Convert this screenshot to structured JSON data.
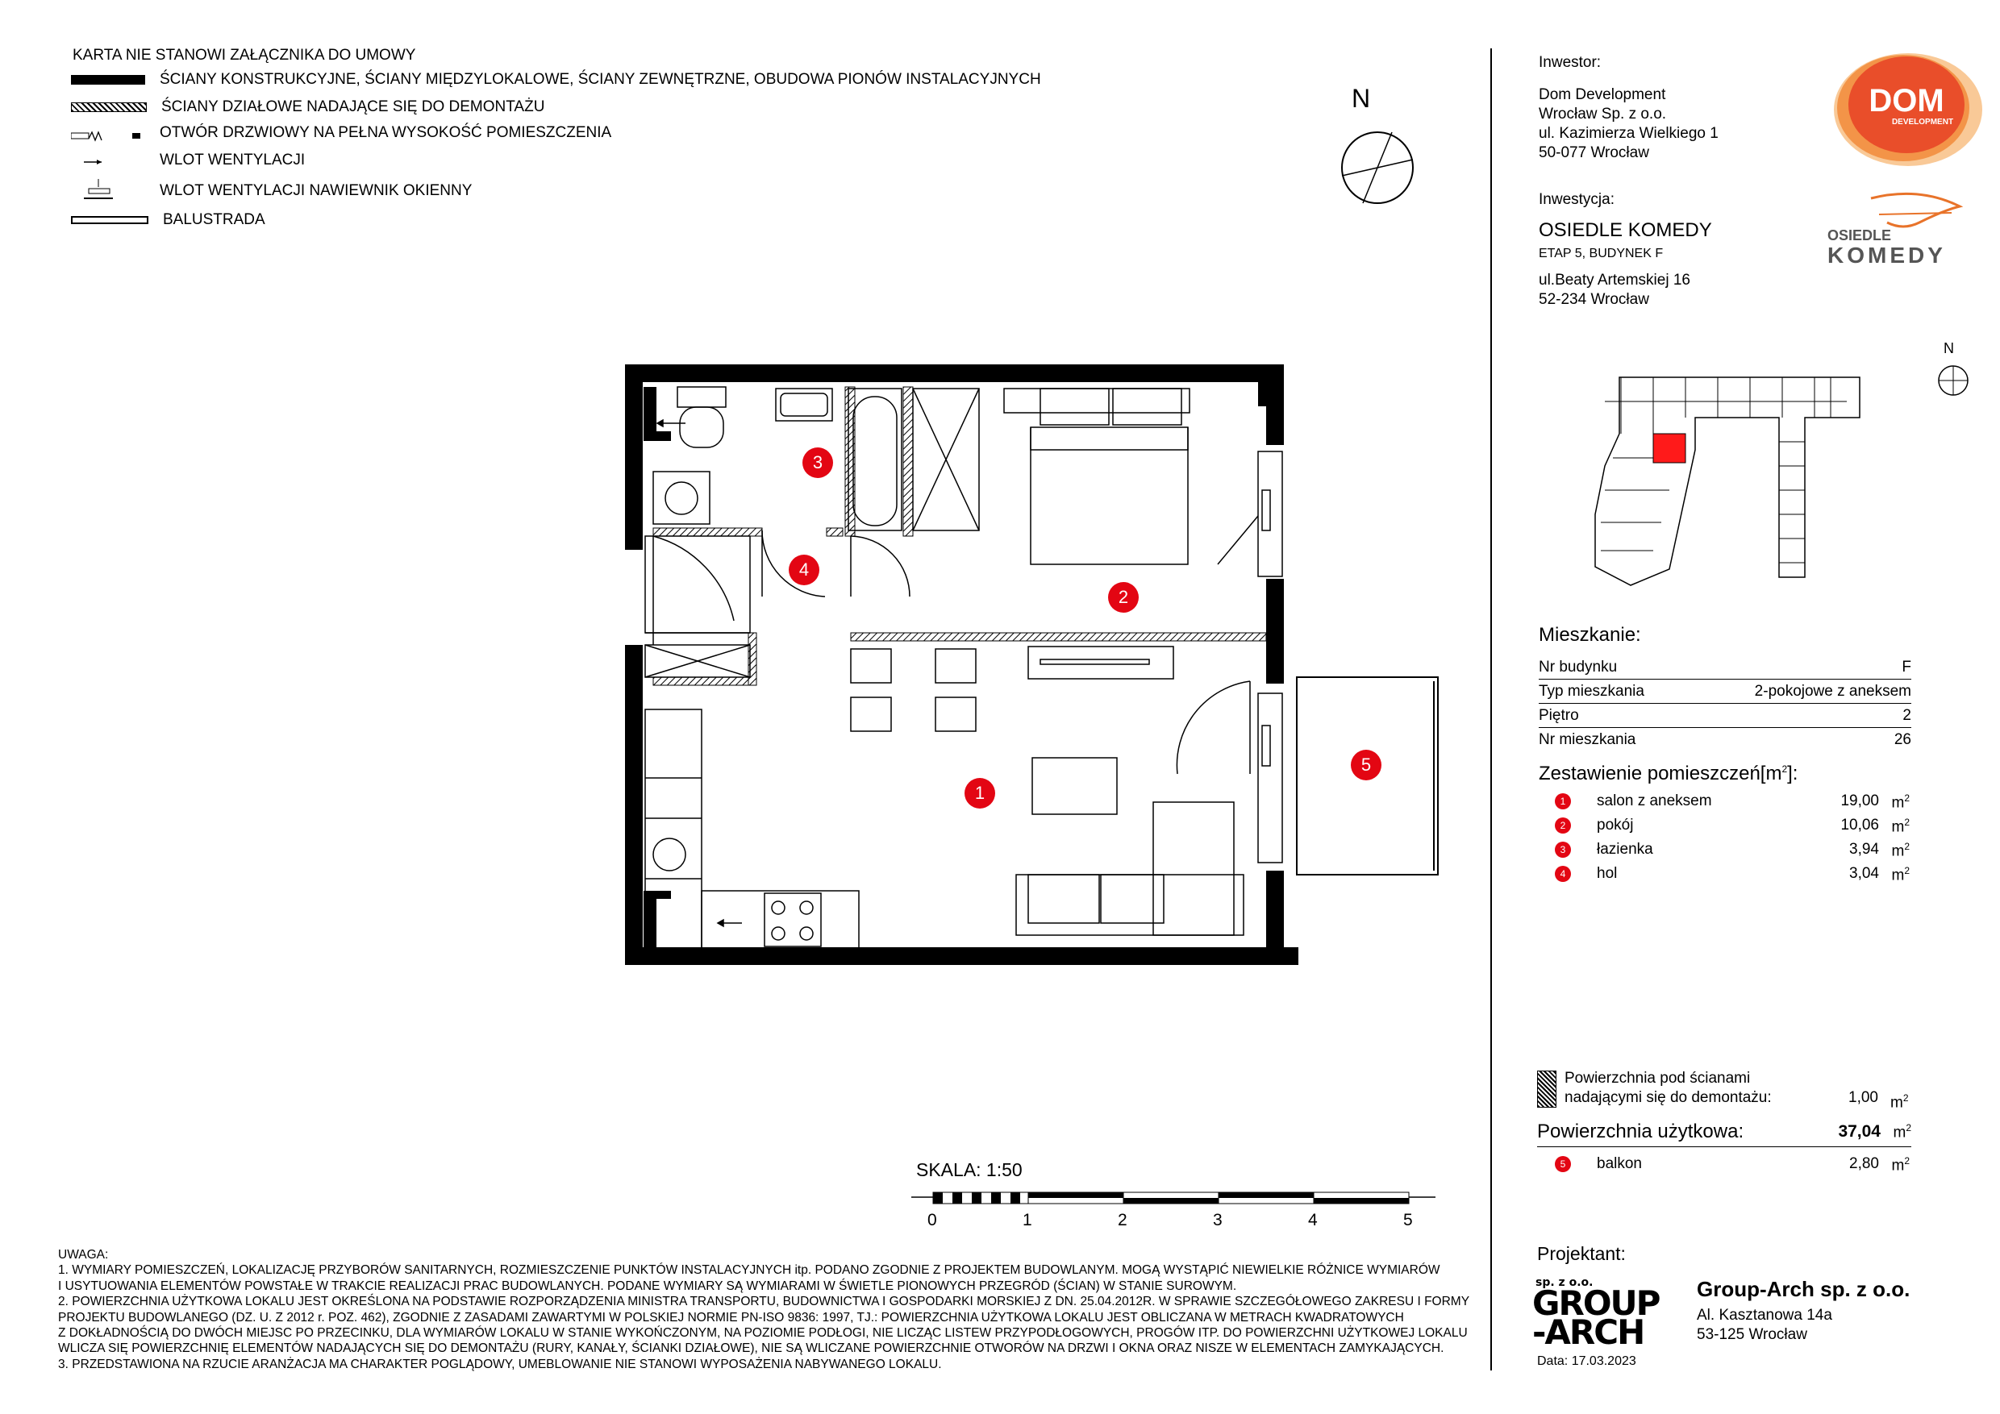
{
  "legend": {
    "title": "KARTA NIE STANOWI ZAŁĄCZNIKA DO UMOWY",
    "items": [
      {
        "icon": "wall-solid-icon",
        "label": "ŚCIANY KONSTRUKCYJNE, ŚCIANY MIĘDZYLOKALOWE, ŚCIANY ZEWNĘTRZNE, OBUDOWA PIONÓW INSTALACYJNYCH"
      },
      {
        "icon": "wall-hatched-icon",
        "label": "ŚCIANY DZIAŁOWE NADAJĄCE SIĘ DO DEMONTAŻU"
      },
      {
        "icon": "door-opening-icon",
        "label": "OTWÓR DRZWIOWY NA PEŁNA WYSOKOŚĆ POMIESZCZENIA"
      },
      {
        "icon": "vent-inlet-icon",
        "label": "WLOT WENTYLACJI"
      },
      {
        "icon": "window-vent-icon",
        "label": "WLOT WENTYLACJI NAWIEWNIK OKIENNY"
      },
      {
        "icon": "balustrade-icon",
        "label": "BALUSTRADA"
      }
    ]
  },
  "compass_label": "N",
  "investor": {
    "heading": "Inwestor:",
    "lines": [
      "Dom Development",
      "Wrocław Sp. z o.o.",
      "ul. Kazimierza Wielkiego 1",
      "50-077 Wrocław"
    ],
    "logo_text": "DOM",
    "logo_sub": "DEVELOPMENT"
  },
  "investment": {
    "heading": "Inwestycja:",
    "name": "OSIEDLE KOMEDY",
    "stage": "ETAP 5, BUDYNEK F",
    "address1": "ul.Beaty Artemskiej 16",
    "address2": "52-234 Wrocław",
    "logo_line1": "OSIEDLE",
    "logo_line2": "KOMEDY"
  },
  "apartment": {
    "heading": "Mieszkanie:",
    "rows": [
      {
        "label": "Nr budynku",
        "value": "F"
      },
      {
        "label": "Typ mieszkania",
        "value": "2-pokojowe z aneksem"
      },
      {
        "label": "Piętro",
        "value": "2"
      },
      {
        "label": "Nr mieszkania",
        "value": "26"
      }
    ]
  },
  "rooms": {
    "heading": "Zestawienie pomieszczeń[m",
    "heading_sup": "2",
    "heading_end": "]:",
    "unit": "m",
    "unit_sup": "2",
    "items": [
      {
        "num": "1",
        "name": "salon z aneksem",
        "area": "19,00"
      },
      {
        "num": "2",
        "name": "pokój",
        "area": "10,06"
      },
      {
        "num": "3",
        "name": "łazienka",
        "area": "3,94"
      },
      {
        "num": "4",
        "name": "hol",
        "area": "3,04"
      }
    ]
  },
  "summary": {
    "demolition_label1": "Powierzchnia pod ścianami",
    "demolition_label2": "nadającymi się do demontażu:",
    "demolition_area": "1,00",
    "usable_label": "Powierzchnia użytkowa:",
    "usable_area": "37,04",
    "balcony_num": "5",
    "balcony_label": "balkon",
    "balcony_area": "2,80"
  },
  "scale": {
    "label": "SKALA: 1:50",
    "ticks": [
      "0",
      "1",
      "2",
      "3",
      "4",
      "5"
    ]
  },
  "room_markers": [
    "1",
    "2",
    "3",
    "4",
    "5"
  ],
  "notes": {
    "heading": "UWAGA:",
    "lines": [
      "1.   WYMIARY POMIESZCZEŃ, LOKALIZACJĘ PRZYBORÓW SANITARNYCH, ROZMIESZCZENIE PUNKTÓW INSTALACYJNYCH itp. PODANO ZGODNIE Z PROJEKTEM BUDOWLANYM. MOGĄ WYSTĄPIĆ NIEWIELKIE RÓŻNICE WYMIARÓW",
      "I USYTUOWANIA ELEMENTÓW POWSTAŁE W TRAKCIE REALIZACJI PRAC BUDOWLANYCH. PODANE WYMIARY SĄ WYMIARAMI W ŚWIETLE PIONOWYCH PRZEGRÓD (ŚCIAN) W STANIE SUROWYM.",
      "2.   POWIERZCHNIA UŻYTKOWA LOKALU JEST OKREŚLONA NA PODSTAWIE ROZPORZĄDZENIA MINISTRA TRANSPORTU, BUDOWNICTWA I GOSPODARKI MORSKIEJ Z DN. 25.04.2012R. W SPRAWIE SZCZEGÓŁOWEGO ZAKRESU I FORMY",
      "PROJEKTU BUDOWLANEGO (DZ. U. Z 2012 r. POZ. 462), ZGODNIE Z ZASADAMI ZAWARTYMI W POLSKIEJ NORMIE PN-ISO 9836: 1997, TJ.: POWIERZCHNIA UŻYTKOWA LOKALU JEST OBLICZANA W METRACH KWADRATOWYCH",
      "Z DOKŁADNOŚCIĄ DO DWÓCH MIEJSC PO PRZECINKU, DLA WYMIARÓW LOKALU W STANIE WYKOŃCZONYM, NA POZIOMIE PODŁOGI, NIE LICZĄC LISTEW PRZYPODŁOGOWYCH, PROGÓW ITP. DO POWIERZCHNI UŻYTKOWEJ LOKALU",
      "WLICZA SIĘ POWIERZCHNIĘ ELEMENTÓW NADAJĄCYCH SIĘ DO DEMONTAŻU (RURY, KANAŁY, ŚCIANKI DZIAŁOWE), NIE SĄ WLICZANE POWIERZCHNIE OTWORÓW NA DRZWI I OKNA ORAZ NISZE W ELEMENTACH ZAMYKAJĄCYCH.",
      "3.   PRZEDSTAWIONA NA RZUCIE ARANŻACJA MA CHARAKTER POGLĄDOWY, UMEBLOWANIE NIE STANOWI WYPOSAŻENIA NABYWANEGO LOKALU."
    ]
  },
  "designer": {
    "heading": "Projektant:",
    "logo_small": "sp. z o.o.",
    "logo_line1": "GROUP",
    "logo_line2": "-ARCH",
    "name": "Group-Arch sp. z o.o.",
    "address1": "Al. Kasztanowa 14a",
    "address2": "53-125 Wrocław",
    "date": "Data: 17.03.2023"
  },
  "colors": {
    "marker": "#e30613",
    "dom_orange": "#f0642d",
    "komedy_orange": "#e8732a"
  }
}
